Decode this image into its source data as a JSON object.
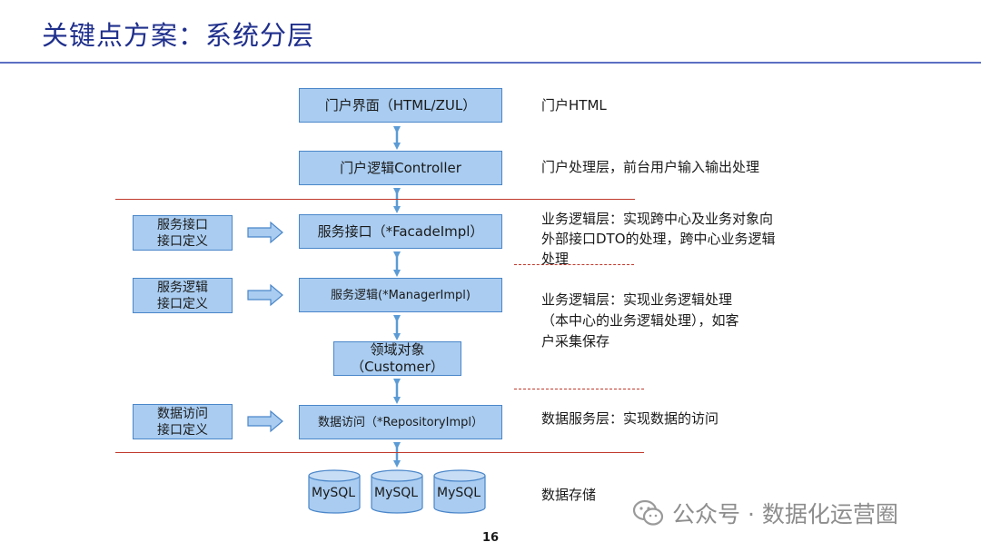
{
  "title": "关键点方案：系统分层",
  "colors": {
    "title": "#1f2f8c",
    "box_fill": "#a9ccf0",
    "box_border": "#4a86c9",
    "divider": "#c0392b",
    "arrow": "#5b9bd5"
  },
  "layers": {
    "portal_ui": "门户界面（HTML/ZUL）",
    "portal_controller": "门户逻辑Controller",
    "service_interface": "服务接口（*FacadeImpl）",
    "service_logic": "服务逻辑(*ManagerImpl)",
    "domain_object_line1": "领域对象",
    "domain_object_line2": "（Customer）",
    "data_access": "数据访问（*RepositoryImpl）"
  },
  "left_boxes": {
    "service_interface_def": [
      "服务接口",
      "接口定义"
    ],
    "service_logic_def": [
      "服务逻辑",
      "接口定义"
    ],
    "data_access_def": [
      "数据访问",
      "接口定义"
    ]
  },
  "databases": [
    "MySQL",
    "MySQL",
    "MySQL"
  ],
  "annotations": {
    "portal_html": "门户HTML",
    "portal_layer": "门户处理层，前台用户输入输出处理",
    "biz_layer_1": [
      "业务逻辑层：实现跨中心及业务对象向",
      "外部接口DTO的处理，跨中心业务逻辑",
      "处理"
    ],
    "biz_layer_2": [
      "业务逻辑层：实现业务逻辑处理",
      "（本中心的业务逻辑处理），如客",
      "户采集保存"
    ],
    "data_service_layer": "数据服务层：实现数据的访问",
    "data_storage": "数据存储"
  },
  "watermark": {
    "icon": "wechat-icon",
    "text": "公众号 · 数据化运营圈"
  },
  "page_number": "16"
}
